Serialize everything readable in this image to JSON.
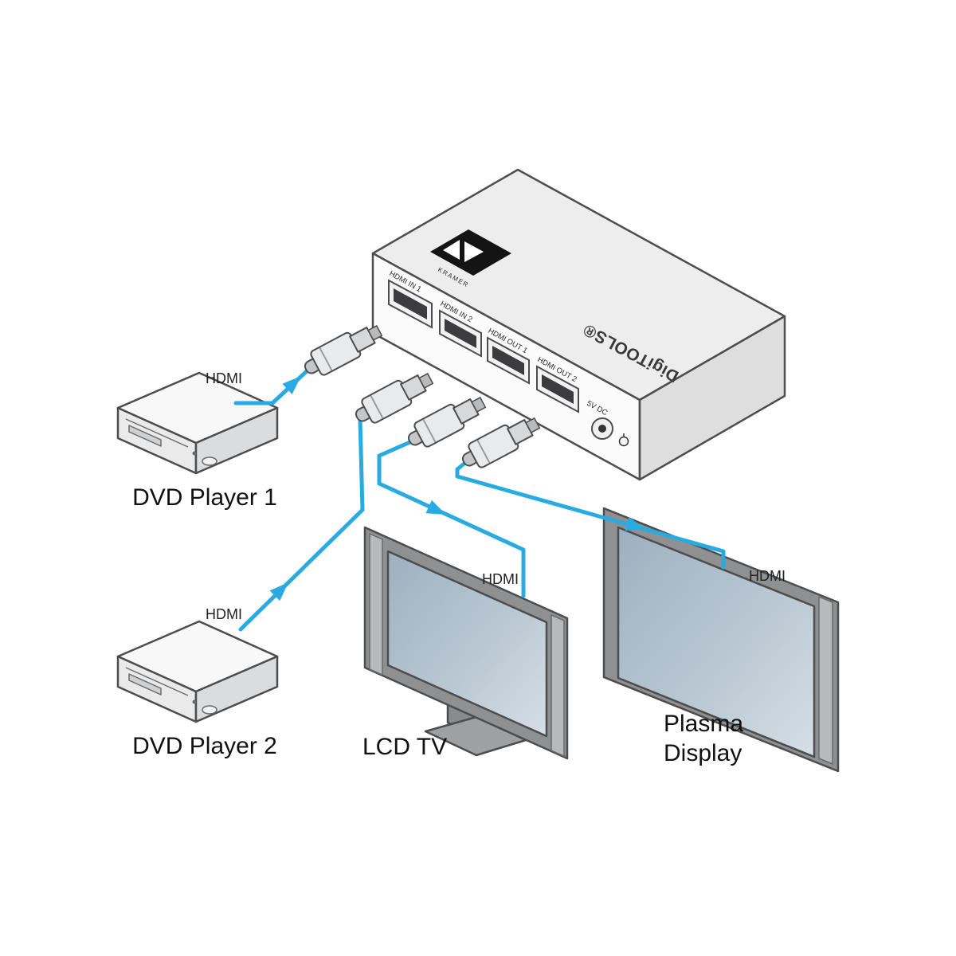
{
  "colors": {
    "cable": "#29ABE2",
    "outline": "#4D4D4D",
    "device_fill": "#EFEFF0",
    "screen_top": "#9DB0C0",
    "screen_bottom": "#D6DEE5"
  },
  "switcher": {
    "brand": "KRAMER",
    "top_label": "DigiTOOLS®",
    "ports": [
      "HDMI IN 1",
      "HDMI IN 2",
      "HDMI OUT 1",
      "HDMI OUT 2",
      "5V DC"
    ]
  },
  "sources": [
    {
      "label": "DVD Player 1"
    },
    {
      "label": "DVD Player 2"
    }
  ],
  "displays": [
    {
      "label": "LCD TV"
    },
    {
      "label_lines": [
        "Plasma",
        "Display"
      ]
    }
  ],
  "connections": [
    {
      "from": "DVD Player 1",
      "to": "HDMI IN 1",
      "label": "HDMI"
    },
    {
      "from": "DVD Player 2",
      "to": "HDMI IN 2",
      "label": "HDMI"
    },
    {
      "from": "HDMI OUT 1",
      "to": "LCD TV",
      "label": "HDMI"
    },
    {
      "from": "HDMI OUT 2",
      "to": "Plasma Display",
      "label": "HDMI"
    }
  ]
}
